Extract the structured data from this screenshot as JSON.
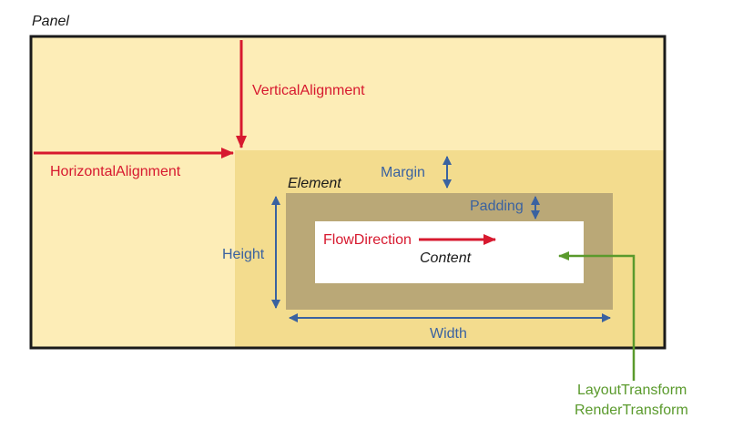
{
  "labels": {
    "panel": "Panel",
    "element": "Element",
    "content": "Content",
    "vertical_alignment": "VerticalAlignment",
    "horizontal_alignment": "HorizontalAlignment",
    "margin": "Margin",
    "padding": "Padding",
    "height": "Height",
    "width": "Width",
    "flow_direction": "FlowDirection",
    "layout_transform": "LayoutTransform",
    "render_transform": "RenderTransform"
  },
  "colors": {
    "panel_fill": "#fdedb7",
    "margin_fill": "#f3dc8e",
    "padding_fill": "#baa877",
    "content_fill": "#ffffff",
    "border": "#1a1a1a",
    "alignment_arrows": "#d7192f",
    "dimension_arrows": "#3a62a0",
    "transform_arrow": "#5a9a2c"
  }
}
